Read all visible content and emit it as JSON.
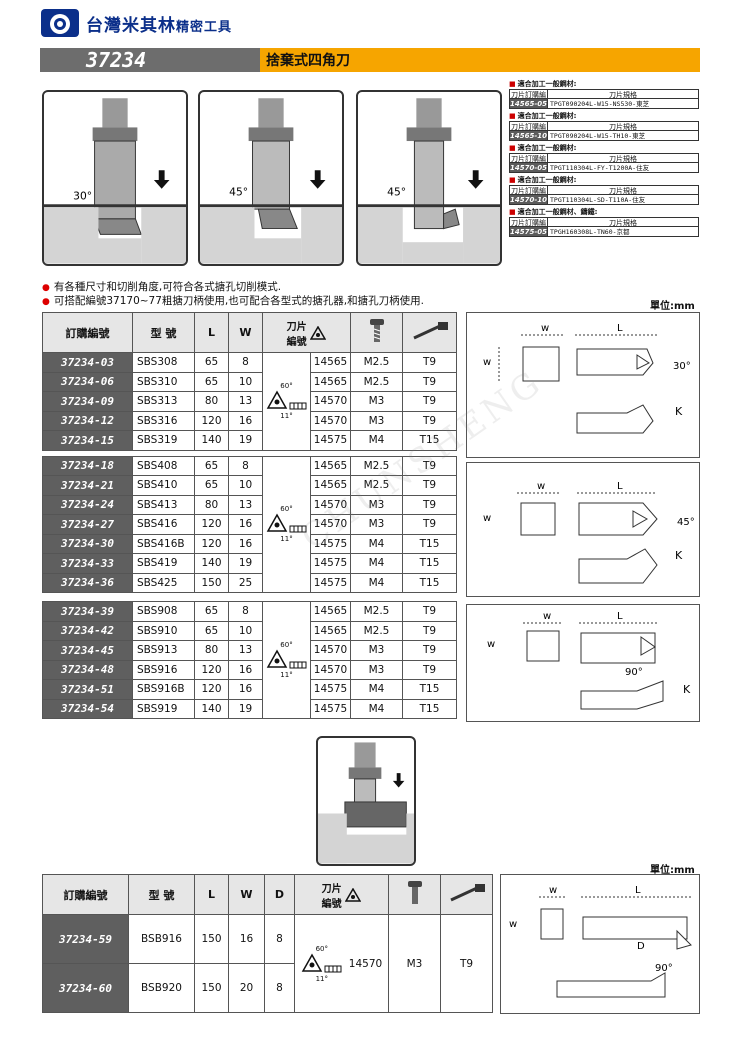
{
  "brand": {
    "name_main": "台灣米其林",
    "name_sub": "精密工具"
  },
  "title": {
    "code": "37234",
    "name": "捨棄式四角刀"
  },
  "photos": [
    {
      "angle": "30°"
    },
    {
      "angle": "45°"
    },
    {
      "angle": "45°"
    }
  ],
  "insert_reference": [
    {
      "heading": "適合加工一般鋼材:",
      "col1": "刀片訂購編號",
      "col2": "刀片規格",
      "code": "14565-05",
      "spec": "TPGT090204L-W15-NS530-東芝"
    },
    {
      "heading": "適合加工一般鋼材:",
      "col1": "刀片訂購編號",
      "col2": "刀片規格",
      "code": "14565-10",
      "spec": "TPGT090204L-W15-TH10-東芝"
    },
    {
      "heading": "適合加工一般鋼材:",
      "col1": "刀片訂購編號",
      "col2": "刀片規格",
      "code": "14570-05",
      "spec": "TPGT110304L-FY-T1200A-住友"
    },
    {
      "heading": "適合加工一般鋼材:",
      "col1": "刀片訂購編號",
      "col2": "刀片規格",
      "code": "14570-10",
      "spec": "TPGT110304L-SD-T110A-住友"
    },
    {
      "heading": "適合加工一般鋼材、鑄鐵:",
      "col1": "刀片訂購編號",
      "col2": "刀片規格",
      "code": "14575-05",
      "spec": "TPGH160308L-TN60-京都"
    }
  ],
  "notes": [
    "有各種尺寸和切削角度,可符合各式搪孔切削模式.",
    "可搭配編號37170~77粗搪刀柄使用,也可配合各型式的搪孔器,和搪孔刀柄使用."
  ],
  "unit_label": "單位:mm",
  "table_headers": {
    "order": "訂購編號",
    "model": "型 號",
    "L": "L",
    "W": "W",
    "D": "D",
    "insert": "刀片\n編號"
  },
  "insert_icon": {
    "angle_top": "60°",
    "angle_bottom": "11°"
  },
  "groups": [
    {
      "angle": "30°",
      "rows": [
        {
          "code": "37234-03",
          "model": "SBS308",
          "L": "65",
          "W": "8",
          "insert": "14565",
          "screw": "M2.5",
          "key": "T9"
        },
        {
          "code": "37234-06",
          "model": "SBS310",
          "L": "65",
          "W": "10",
          "insert": "14565",
          "screw": "M2.5",
          "key": "T9"
        },
        {
          "code": "37234-09",
          "model": "SBS313",
          "L": "80",
          "W": "13",
          "insert": "14570",
          "screw": "M3",
          "key": "T9"
        },
        {
          "code": "37234-12",
          "model": "SBS316",
          "L": "120",
          "W": "16",
          "insert": "14570",
          "screw": "M3",
          "key": "T9"
        },
        {
          "code": "37234-15",
          "model": "SBS319",
          "L": "140",
          "W": "19",
          "insert": "14575",
          "screw": "M4",
          "key": "T15"
        }
      ]
    },
    {
      "angle": "45°",
      "rows": [
        {
          "code": "37234-18",
          "model": "SBS408",
          "L": "65",
          "W": "8",
          "insert": "14565",
          "screw": "M2.5",
          "key": "T9"
        },
        {
          "code": "37234-21",
          "model": "SBS410",
          "L": "65",
          "W": "10",
          "insert": "14565",
          "screw": "M2.5",
          "key": "T9"
        },
        {
          "code": "37234-24",
          "model": "SBS413",
          "L": "80",
          "W": "13",
          "insert": "14570",
          "screw": "M3",
          "key": "T9"
        },
        {
          "code": "37234-27",
          "model": "SBS416",
          "L": "120",
          "W": "16",
          "insert": "14570",
          "screw": "M3",
          "key": "T9"
        },
        {
          "code": "37234-30",
          "model": "SBS416B",
          "L": "120",
          "W": "16",
          "insert": "14575",
          "screw": "M4",
          "key": "T15"
        },
        {
          "code": "37234-33",
          "model": "SBS419",
          "L": "140",
          "W": "19",
          "insert": "14575",
          "screw": "M4",
          "key": "T15"
        },
        {
          "code": "37234-36",
          "model": "SBS425",
          "L": "150",
          "W": "25",
          "insert": "14575",
          "screw": "M4",
          "key": "T15"
        }
      ]
    },
    {
      "angle": "90°",
      "rows": [
        {
          "code": "37234-39",
          "model": "SBS908",
          "L": "65",
          "W": "8",
          "insert": "14565",
          "screw": "M2.5",
          "key": "T9"
        },
        {
          "code": "37234-42",
          "model": "SBS910",
          "L": "65",
          "W": "10",
          "insert": "14565",
          "screw": "M2.5",
          "key": "T9"
        },
        {
          "code": "37234-45",
          "model": "SBS913",
          "L": "80",
          "W": "13",
          "insert": "14570",
          "screw": "M3",
          "key": "T9"
        },
        {
          "code": "37234-48",
          "model": "SBS916",
          "L": "120",
          "W": "16",
          "insert": "14570",
          "screw": "M3",
          "key": "T9"
        },
        {
          "code": "37234-51",
          "model": "SBS916B",
          "L": "120",
          "W": "16",
          "insert": "14575",
          "screw": "M4",
          "key": "T15"
        },
        {
          "code": "37234-54",
          "model": "SBS919",
          "L": "140",
          "W": "19",
          "insert": "14575",
          "screw": "M4",
          "key": "T15"
        }
      ]
    }
  ],
  "bottom_table": {
    "rows": [
      {
        "code": "37234-59",
        "model": "BSB916",
        "L": "150",
        "W": "16",
        "D": "8"
      },
      {
        "code": "37234-60",
        "model": "BSB920",
        "L": "150",
        "W": "20",
        "D": "8"
      }
    ],
    "insert": "14570",
    "screw": "M3",
    "key": "T9",
    "angle": "90°"
  },
  "diagram_labels": {
    "w": "w",
    "L": "L",
    "K": "K",
    "D": "D"
  },
  "watermark": "CHUNSHENG"
}
